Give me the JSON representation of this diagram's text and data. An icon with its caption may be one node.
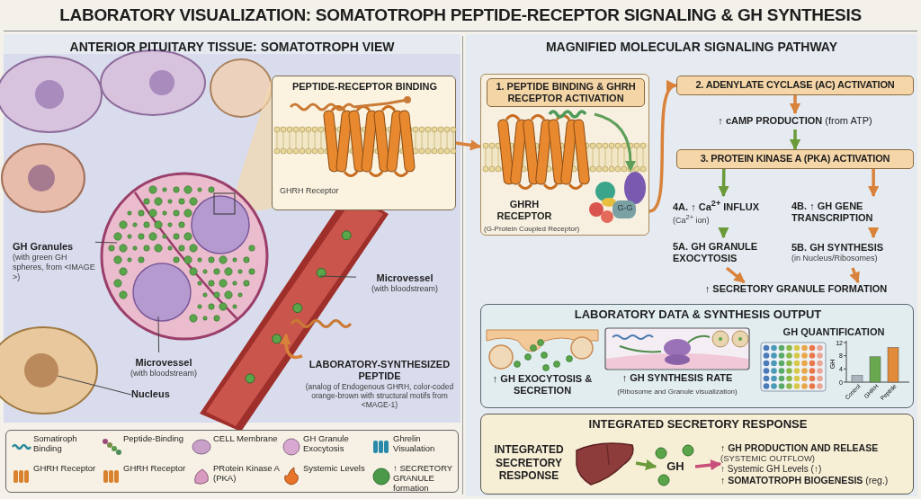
{
  "diagram": {
    "title": "LABORATORY VISUALIZATION: SOMATOTROPH PEPTIDE-RECEPTOR SIGNALING & GH SYNTHESIS",
    "nodes": [
      {
        "text": [
          "ANTERIOR PITUITARY TISSUE: SOMATOTROPH VIEW"
        ]
      },
      {
        "text": [
          "PEPTIDE-RECEPTOR BINDING",
          "GHRH Receptor"
        ],
        "in": 0
      },
      {
        "text": [
          "GH Granules",
          "(with green GH spheres, from <IMAGE >)"
        ],
        "in": 0
      },
      {
        "text": [
          "Microvessel",
          "(with bloodstream)"
        ],
        "in": 0
      },
      {
        "text": [
          "Microvessel",
          "(with bloodstream)"
        ],
        "in": 0
      },
      {
        "text": [
          "Nucleus"
        ],
        "in": 0
      },
      {
        "text": [
          "LABORATORY-SYNTHESIZED PEPTIDE",
          "(analog of Endogenous GHRH, color-coded orange-brown with structural motifs from <MAGE-1)"
        ],
        "in": 0
      },
      {
        "text": [
          "MAGNIFIED MOLECULAR SIGNALING PATHWAY"
        ]
      },
      {
        "text": [
          "1. PEPTIDE BINDING & GHRH RECEPTOR ACTIVATION",
          "GHRH RECEPTOR",
          "(G-Protein Coupled Receptor)"
        ],
        "in": 7
      },
      {
        "text": [
          "2. ADENYLATE CYCLASE (AC) ACTIVATION"
        ],
        "in": 7
      },
      {
        "text": [
          "↑ **cAMP PRODUCTION** (from ATP)"
        ],
        "in": 7
      },
      {
        "text": [
          "3. PROTEIN KINASE A (PKA) ACTIVATION"
        ],
        "in": 7
      },
      {
        "text": [
          "4A. ↑ Ca$^{2+}$ INFLUX",
          "(Ca$^{2+}$ ion)"
        ],
        "in": 7
      },
      {
        "text": [
          "4B. ↑ GH GENE TRANSCRIPTION"
        ],
        "in": 7
      },
      {
        "text": [
          "5A. GH GRANULE EXOCYTOSIS"
        ],
        "in": 7
      },
      {
        "text": [
          "5B. GH SYNTHESIS",
          "(in Nucleus/Ribosomes)"
        ],
        "in": 7
      },
      {
        "text": [
          "↑ SECRETORY GRANULE FORMATION"
        ],
        "in": 7
      },
      {
        "text": [
          "LABORATORY DATA & SYNTHESIS OUTPUT"
        ],
        "in": 7
      },
      {
        "text": [
          "↑ GH EXOCYTOSIS & SECRETION"
        ],
        "in": 17
      },
      {
        "text": [
          "↑ GH SYNTHESIS RATE",
          "(Ribosome and Granule visualization)"
        ],
        "in": 17
      },
      {
        "text": [
          "GH QUANTIFICATION"
        ],
        "in": 17
      },
      {
        "text": [
          "INTEGRATED SECRETORY RESPONSE"
        ],
        "in": 7
      },
      {
        "text": [
          "INTEGRATED SECRETORY RESPONSE"
        ],
        "in": 21
      },
      {
        "text": [],
        "shape": "picture",
        "in": 21
      },
      {
        "text": [
          "GH"
        ],
        "in": 21
      },
      {
        "text": [
          "↑ GH PRODUCTION AND RELEASE",
          "(SYSTEMIC OUTFLOW)",
          "↑ Systemic GH Levels (↑)",
          "↑ **SOMATOTROPH BIOGENESIS** (reg.)"
        ],
        "in": 21
      }
    ],
    "edges": [
      {
        "from": 1,
        "to": 8,
        "arrow": "to"
      },
      {
        "from": 8,
        "to": 9,
        "arrow": "to"
      },
      {
        "from": 9,
        "to": 10,
        "arrow": "to"
      },
      {
        "from": 10,
        "to": 11,
        "arrow": "to",
        "color": "#6a9a3a"
      },
      {
        "from": 11,
        "to": 12,
        "arrow": "to",
        "color": "#6a9a3a"
      },
      {
        "from": 11,
        "to": 13,
        "arrow": "to"
      },
      {
        "from": 12,
        "to": 14,
        "arrow": "to",
        "color": "#6a9a3a"
      },
      {
        "from": 13,
        "to": 15,
        "arrow": "to"
      },
      {
        "from": 14,
        "to": 16,
        "arrow": "to"
      },
      {
        "from": 15,
        "to": 16,
        "arrow": "to"
      },
      {
        "from": 23,
        "to": 24,
        "arrow": "to",
        "color": "#6a9a3a"
      },
      {
        "from": 24,
        "to": 25,
        "arrow": "to",
        "color": "#c8507a"
      },
      {
        "from": 2,
        "to": null,
        "arrow": "none",
        "color": "#444444"
      },
      {
        "from": 3,
        "to": null,
        "arrow": "none",
        "color": "#444444"
      },
      {
        "from": 4,
        "to": null,
        "arrow": "none",
        "color": "#444444"
      },
      {
        "from": 5,
        "to": null,
        "arrow": "none",
        "color": "#444444"
      },
      {
        "from": 6,
        "to": null,
        "arrow": "to"
      }
    ],
    "labels": [
      "G-G"
    ],
    "legend": [
      {
        "text": "Somatiroph Binding"
      },
      {
        "text": "Peptide-Binding"
      },
      {
        "text": "CELL Membrane"
      },
      {
        "text": "GH Granule Exocytosis"
      },
      {
        "text": "Ghrelin Visualation"
      },
      {
        "text": "GHRH Receptor"
      },
      {
        "text": "GHRH Receptor"
      },
      {
        "text": "PRotein Kinase A (PKA)"
      },
      {
        "text": "Systemic Levels"
      },
      {
        "text": "↑ SECRETORY GRANULE formation"
      }
    ],
    "chart_data": {
      "type": "bar",
      "ylabel": "GH",
      "categories": [
        "Control",
        "GHRH",
        "Peptide"
      ],
      "values": [
        2,
        7.7,
        10.5
      ],
      "ylim": [
        0,
        12
      ],
      "yticks": [
        0,
        4,
        8,
        12
      ]
    }
  }
}
